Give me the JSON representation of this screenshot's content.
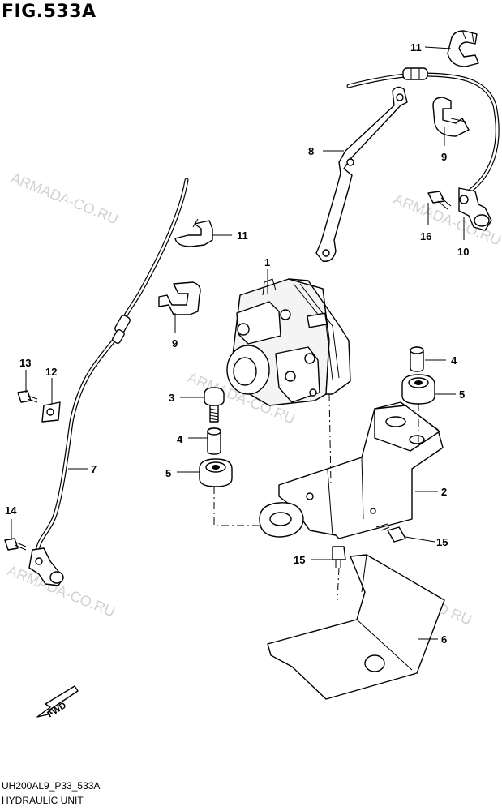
{
  "figure": {
    "title": "FIG.533A",
    "code": "UH200AL9_P33_533A",
    "name": "HYDRAULIC UNIT"
  },
  "watermark": "ARMADA-CO.RU",
  "direction_badge": "FWD",
  "callouts": {
    "c1": "1",
    "c2": "2",
    "c3": "3",
    "c4a": "4",
    "c4b": "4",
    "c5a": "5",
    "c5b": "5",
    "c6": "6",
    "c7": "7",
    "c8": "8",
    "c9a": "9",
    "c9b": "9",
    "c10": "10",
    "c11a": "11",
    "c11b": "11",
    "c12": "12",
    "c13": "13",
    "c14": "14",
    "c15a": "15",
    "c15b": "15",
    "c16": "16"
  }
}
